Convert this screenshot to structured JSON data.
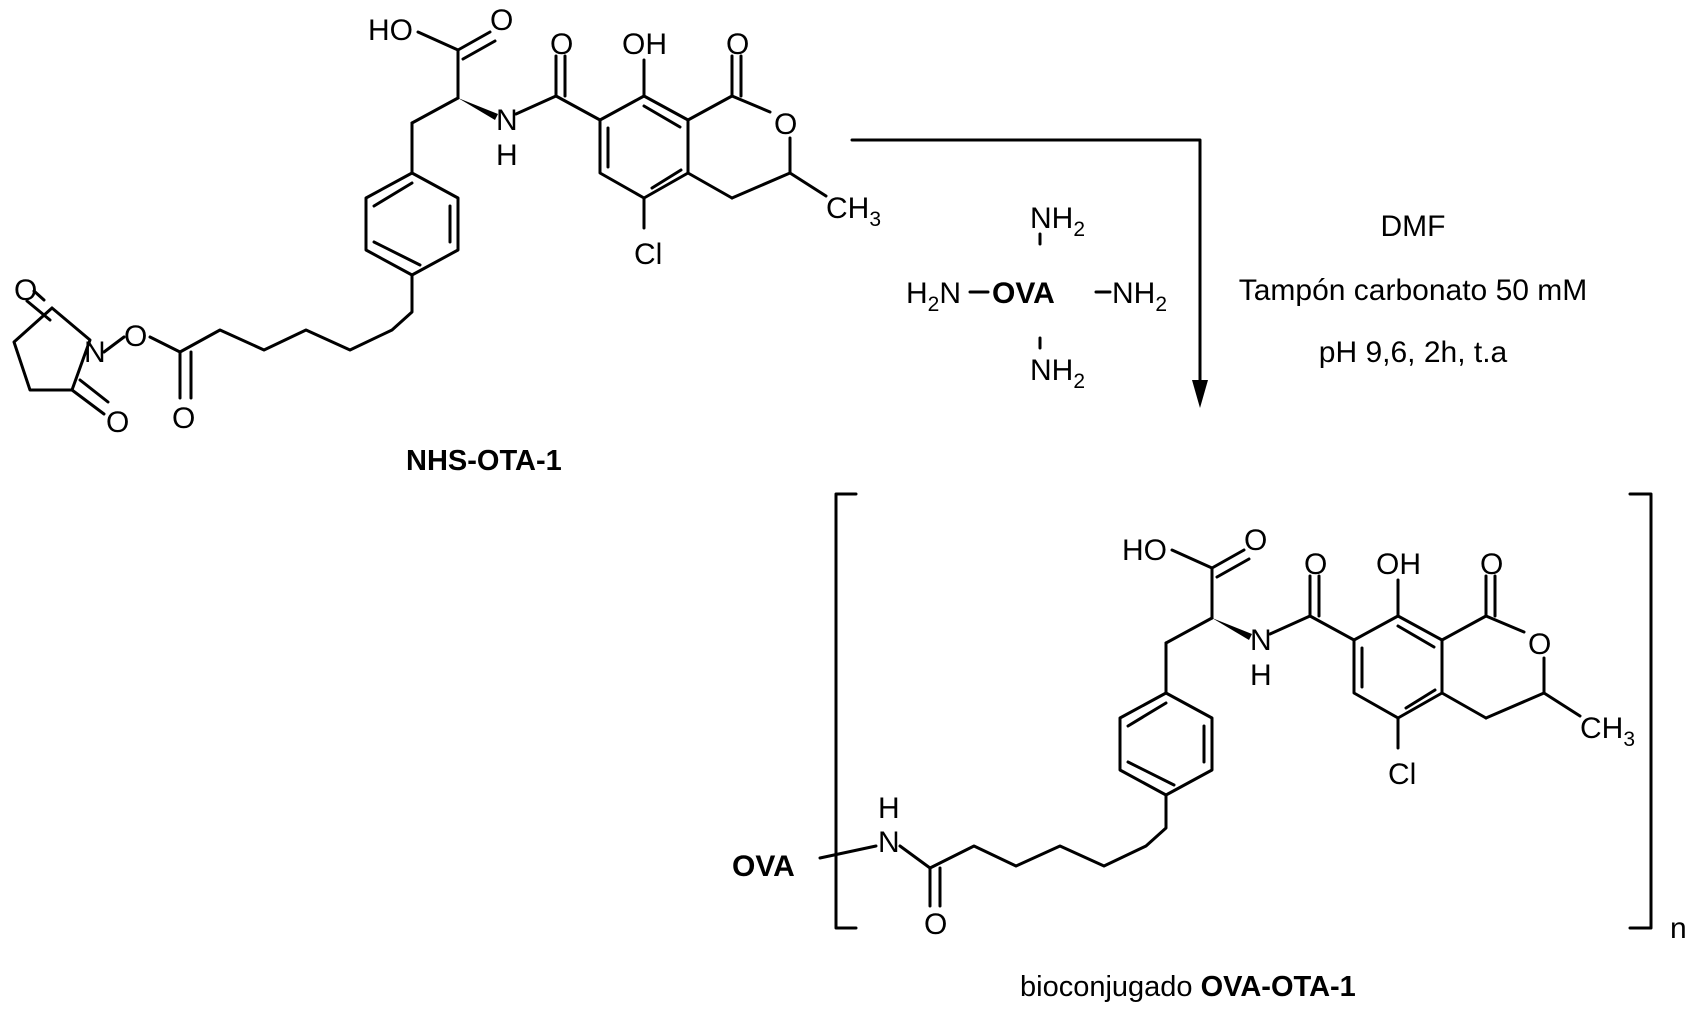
{
  "reactant": {
    "caption": "NHS-OTA-1",
    "atoms": {
      "ho": "HO",
      "o_acid": "O",
      "o_amide": "O",
      "oh": "OH",
      "o_lactone_carbonyl": "O",
      "nh": "N",
      "nh_h": "H",
      "o_ring": "O",
      "ch3": "CH",
      "ch3_sub": "3",
      "cl": "Cl",
      "o_succ_top": "O",
      "o_succ_bottom": "O",
      "n_succ": "N",
      "o_link": "O",
      "o_ester": "O"
    }
  },
  "reagent": {
    "nh2_top": "NH",
    "nh2_top_sub": "2",
    "h2n_left_h": "H",
    "h2n_left_sub": "2",
    "h2n_left_n": "N",
    "ova": "OVA",
    "nh2_right": "NH",
    "nh2_right_sub": "2",
    "nh2_bottom": "NH",
    "nh2_bottom_sub": "2"
  },
  "conditions": {
    "line1": "DMF",
    "line2": "Tampón carbonato 50 mM",
    "line3": "pH 9,6, 2h, t.a"
  },
  "product": {
    "caption_prefix": "bioconjugado ",
    "caption_bold": "OVA-OTA-1",
    "repeat_index": "n",
    "ova_label": "OVA",
    "atoms": {
      "ho": "HO",
      "o_acid": "O",
      "o_amide": "O",
      "oh": "OH",
      "o_lactone_carbonyl": "O",
      "nh": "N",
      "nh_h": "H",
      "o_ring": "O",
      "ch3": "CH",
      "ch3_sub": "3",
      "cl": "Cl",
      "n_amide": "N",
      "n_amide_h": "H",
      "o_amide_bottom": "O"
    }
  }
}
